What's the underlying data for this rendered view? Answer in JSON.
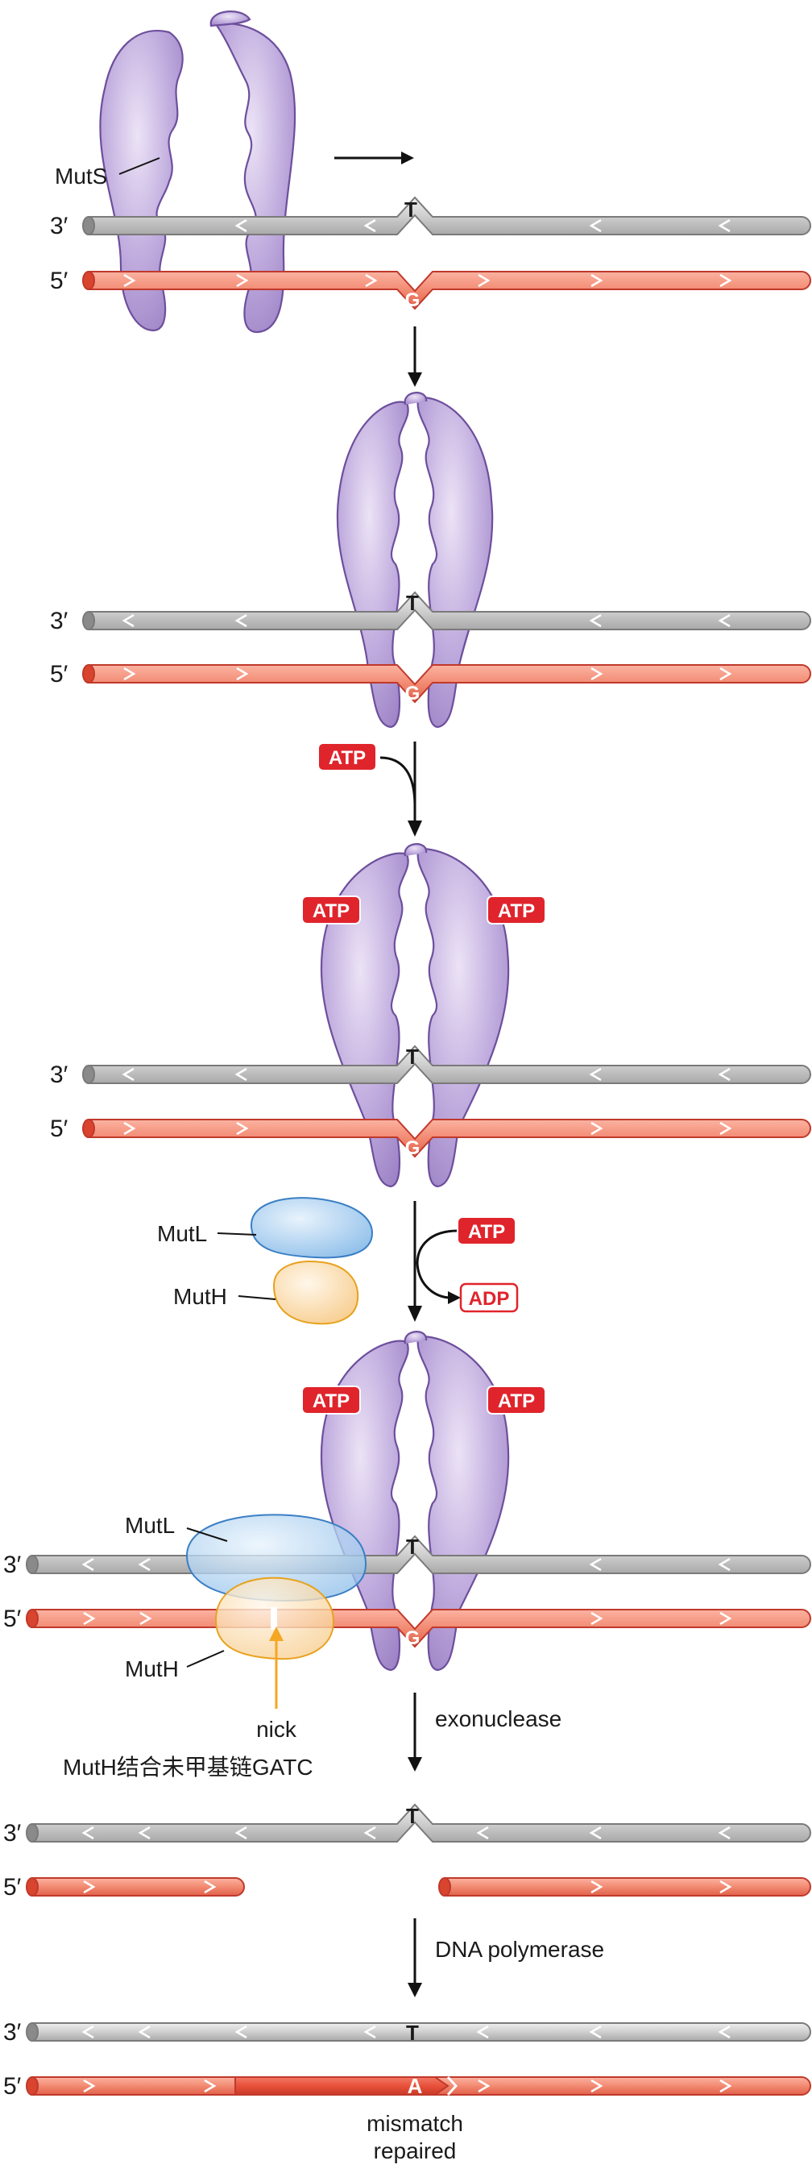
{
  "labels": {
    "muts": "MutS",
    "mutl": "MutL",
    "muth": "MutH",
    "atp": "ATP",
    "adp": "ADP",
    "nick": "nick",
    "muth_note": "MutH结合未甲基链GATC",
    "exonuclease": "exonuclease",
    "dna_polymerase": "DNA polymerase",
    "mismatch_line1": "mismatch",
    "mismatch_line2": "repaired"
  },
  "strands": {
    "top_end": "3′",
    "bottom_end": "5′"
  },
  "bases": {
    "top": "T",
    "bottom_mismatch": "G",
    "bottom_repaired": "A"
  },
  "colors": {
    "protein_muts": "#b9a5d6",
    "protein_mutl": "#a9cdef",
    "protein_muth": "#fbdcaa",
    "strand_gray": "#c8c8c8",
    "strand_red": "#f07860",
    "atp_red": "#e0242c",
    "nick_arrow": "#f5a623"
  }
}
